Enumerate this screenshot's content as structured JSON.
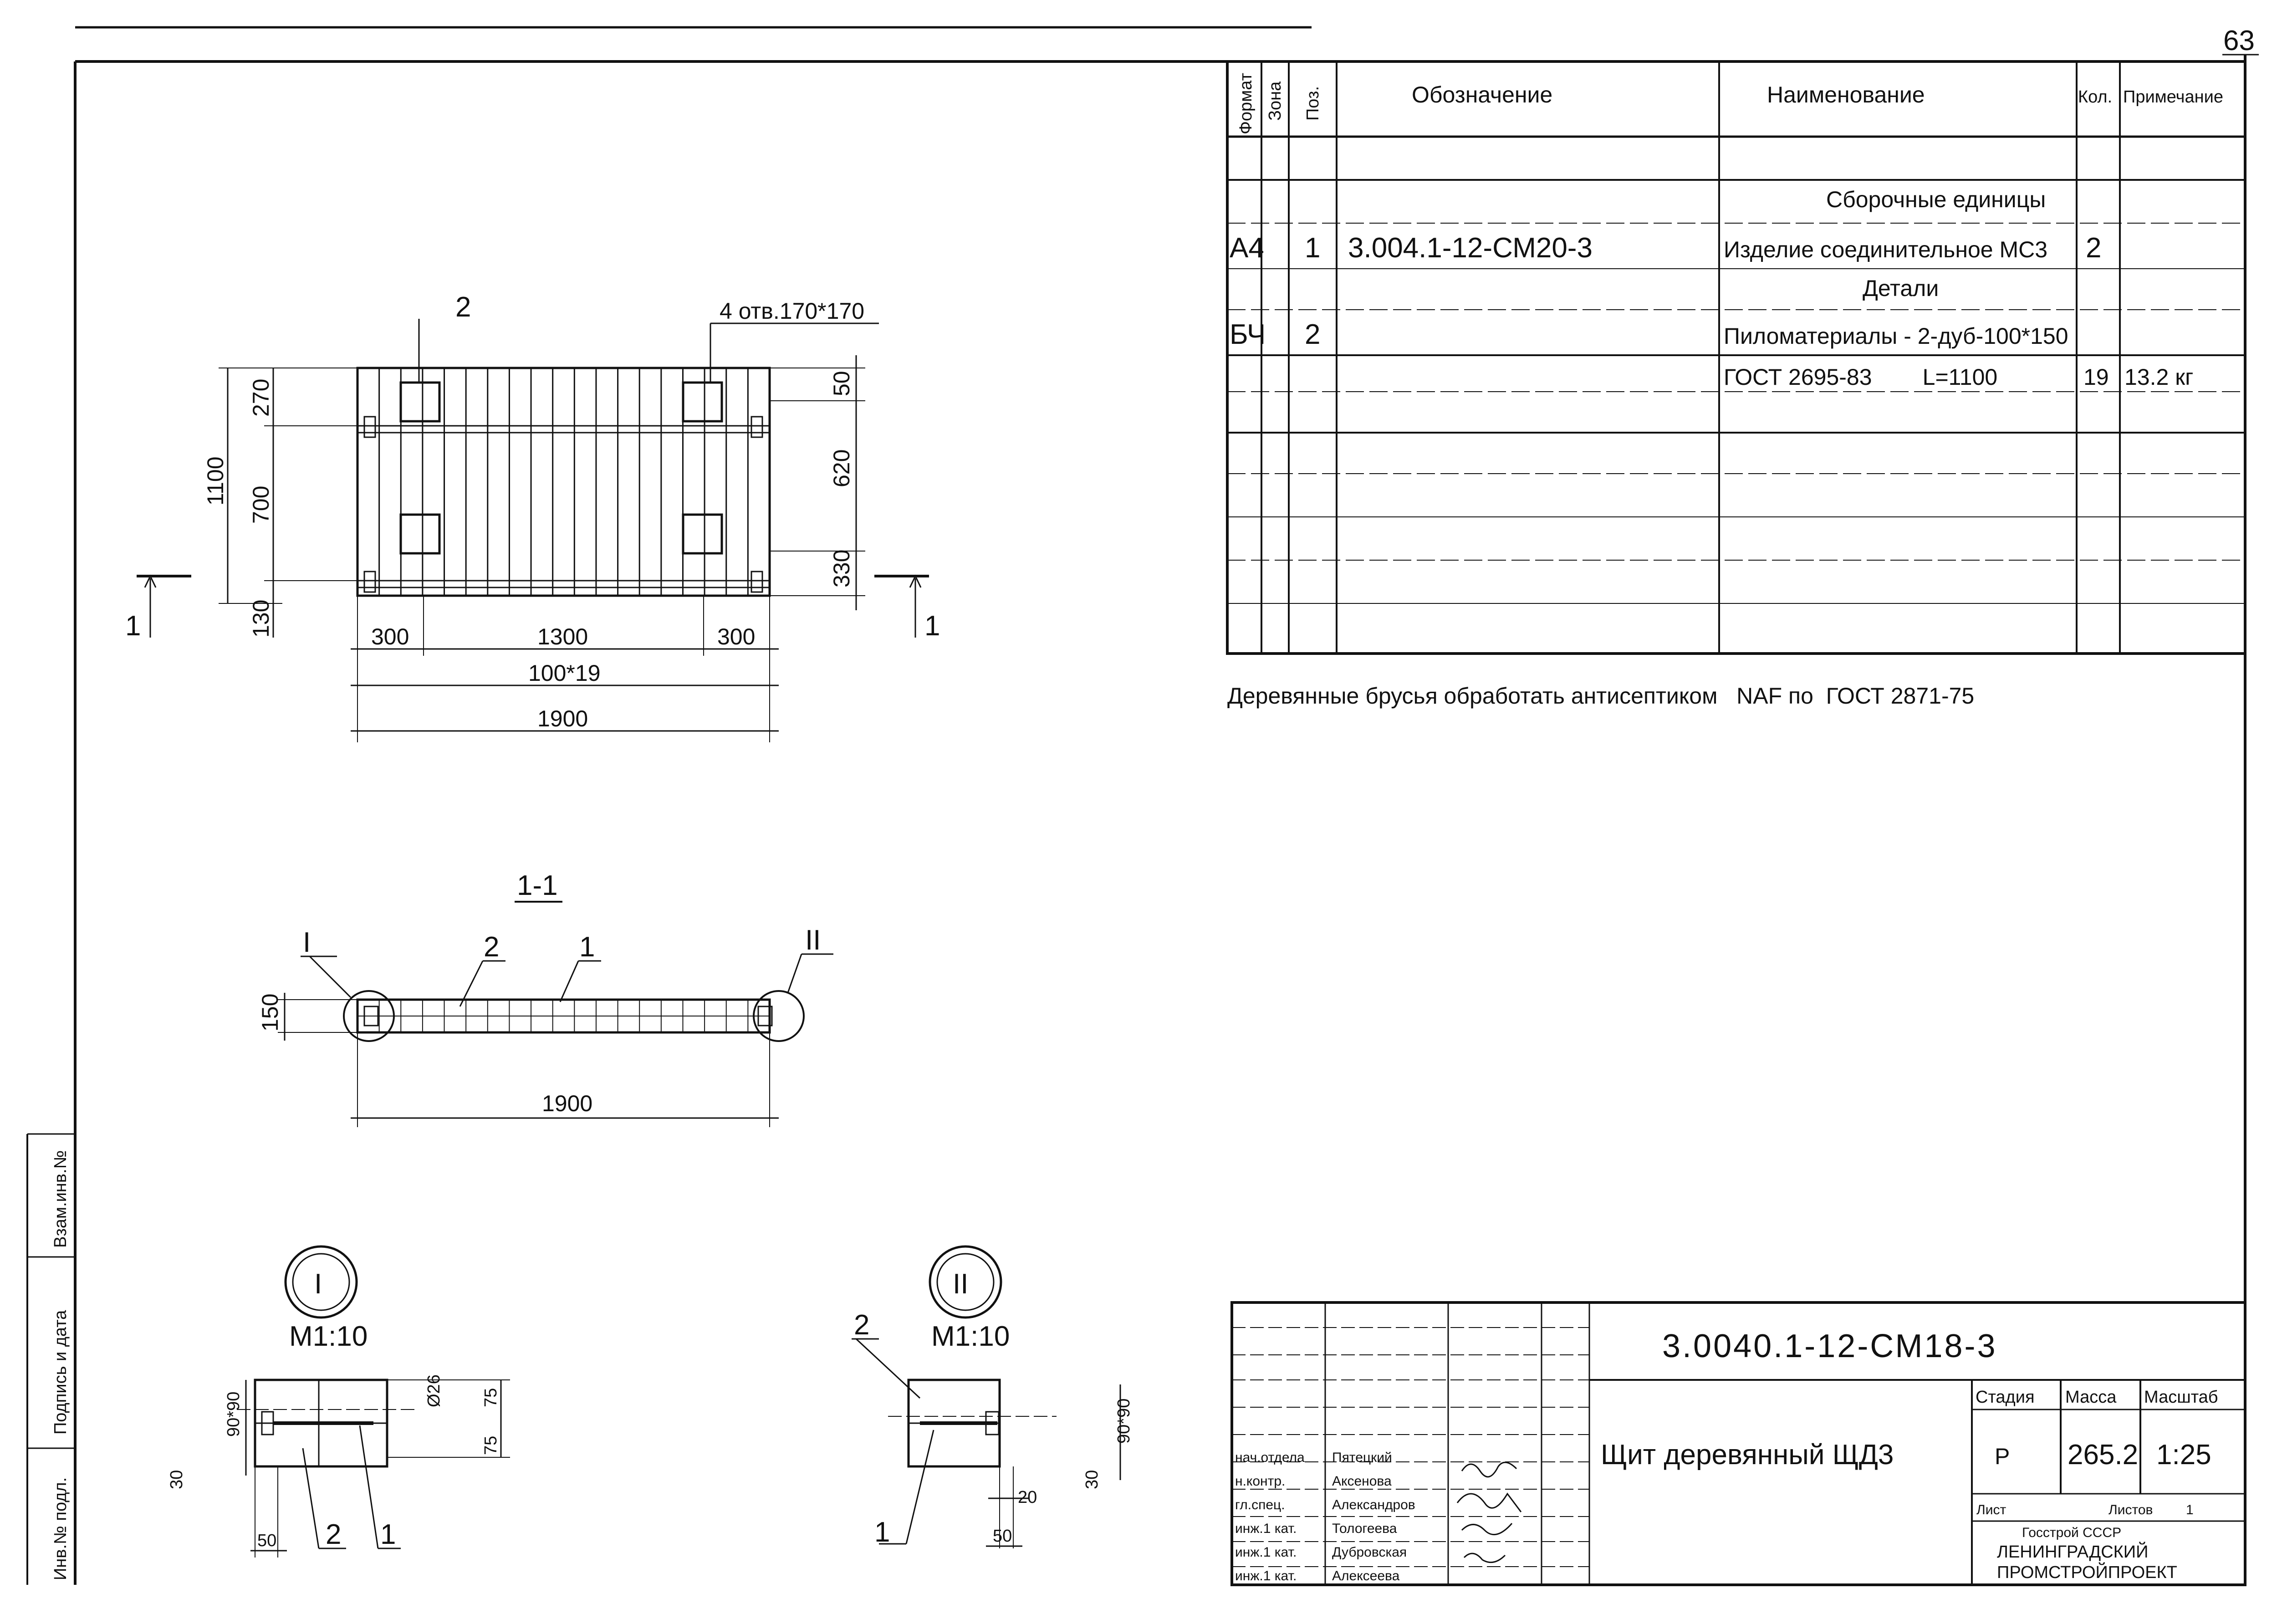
{
  "sheet_number": "63",
  "plan_view": {
    "holes_note": "4 отв.170*170",
    "item_2_label": "2",
    "section_marker": "1",
    "dims": {
      "total_height": "1100",
      "top_offset": "270",
      "middle": "700",
      "bottom": "130",
      "right_top": "50",
      "right_mid": "620",
      "right_bottom": "330",
      "left_margin": "300",
      "center": "1300",
      "right_margin": "300",
      "boards": "100*19",
      "total_width": "1900"
    }
  },
  "section_view": {
    "title": "1-1",
    "callout_1": "I",
    "callout_2": "II",
    "label_2": "2",
    "label_1": "1",
    "thickness": "150",
    "length": "1900"
  },
  "detail_1": {
    "numeral": "I",
    "scale": "M1:10",
    "dims": {
      "d": "Ø26",
      "top": "75",
      "bottom": "75",
      "left_v": "90*90",
      "left_30": "30",
      "bottom_50": "50"
    },
    "labels": [
      "2",
      "1"
    ]
  },
  "detail_2": {
    "numeral": "II",
    "scale": "M1:10",
    "dims": {
      "right_v": "90*90",
      "right_30": "30",
      "d20": "20",
      "bottom_50": "50"
    },
    "labels": [
      "2",
      "1"
    ]
  },
  "spec_table": {
    "headers": [
      "Формат",
      "Зона",
      "Поз.",
      "Обозначение",
      "Наименование",
      "Кол.",
      "Примечание"
    ],
    "rows": [
      {
        "format": "",
        "zone": "",
        "pos": "",
        "designation": "",
        "name": "Сборочные единицы",
        "qty": "",
        "note": ""
      },
      {
        "format": "А4",
        "zone": "",
        "pos": "1",
        "designation": "3.004.1-12-СМ20-3",
        "name": "Изделие соединительное МС3",
        "qty": "2",
        "note": ""
      },
      {
        "format": "",
        "zone": "",
        "pos": "",
        "designation": "",
        "name": "Детали",
        "qty": "",
        "note": ""
      },
      {
        "format": "БЧ",
        "zone": "",
        "pos": "2",
        "designation": "",
        "name": "Пиломатериалы - 2-дуб-100*150",
        "qty": "",
        "note": ""
      },
      {
        "format": "",
        "zone": "",
        "pos": "",
        "designation": "",
        "name": "ГОСТ 2695-83        L=1100",
        "qty": "19",
        "note": "13.2 кг"
      }
    ]
  },
  "note_text": "Деревянные брусья обработать антисептиком   NAF по  ГОСТ 2871-75",
  "left_strip": [
    "Инв.№ подл.",
    "Подпись и дата",
    "Взам.инв.№"
  ],
  "title_block": {
    "code": "3.0040.1-12-СМ18-3",
    "title": "Щит деревянный ЩД3",
    "stage_label": "Стадия",
    "mass_label": "Масса",
    "scale_label": "Масштаб",
    "stage": "Р",
    "mass": "265.2",
    "scale": "1:25",
    "sheet_label": "Лист",
    "sheets_label": "Листов",
    "sheets": "1",
    "org_line1": "Госстрой СССР",
    "org_line2": "ЛЕНИНГРАДСКИЙ",
    "org_line3": "ПРОМСТРОЙПРОЕКТ",
    "people": [
      {
        "role": "нач.отдела",
        "name": "Пятецкий"
      },
      {
        "role": "н.контр.",
        "name": "Аксенова"
      },
      {
        "role": "гл.спец.",
        "name": "Александров"
      },
      {
        "role": "инж.1 кат.",
        "name": "Тологеева"
      },
      {
        "role": "инж.1 кат.",
        "name": "Дубровская"
      },
      {
        "role": "инж.1 кат.",
        "name": "Алексеева"
      }
    ]
  }
}
